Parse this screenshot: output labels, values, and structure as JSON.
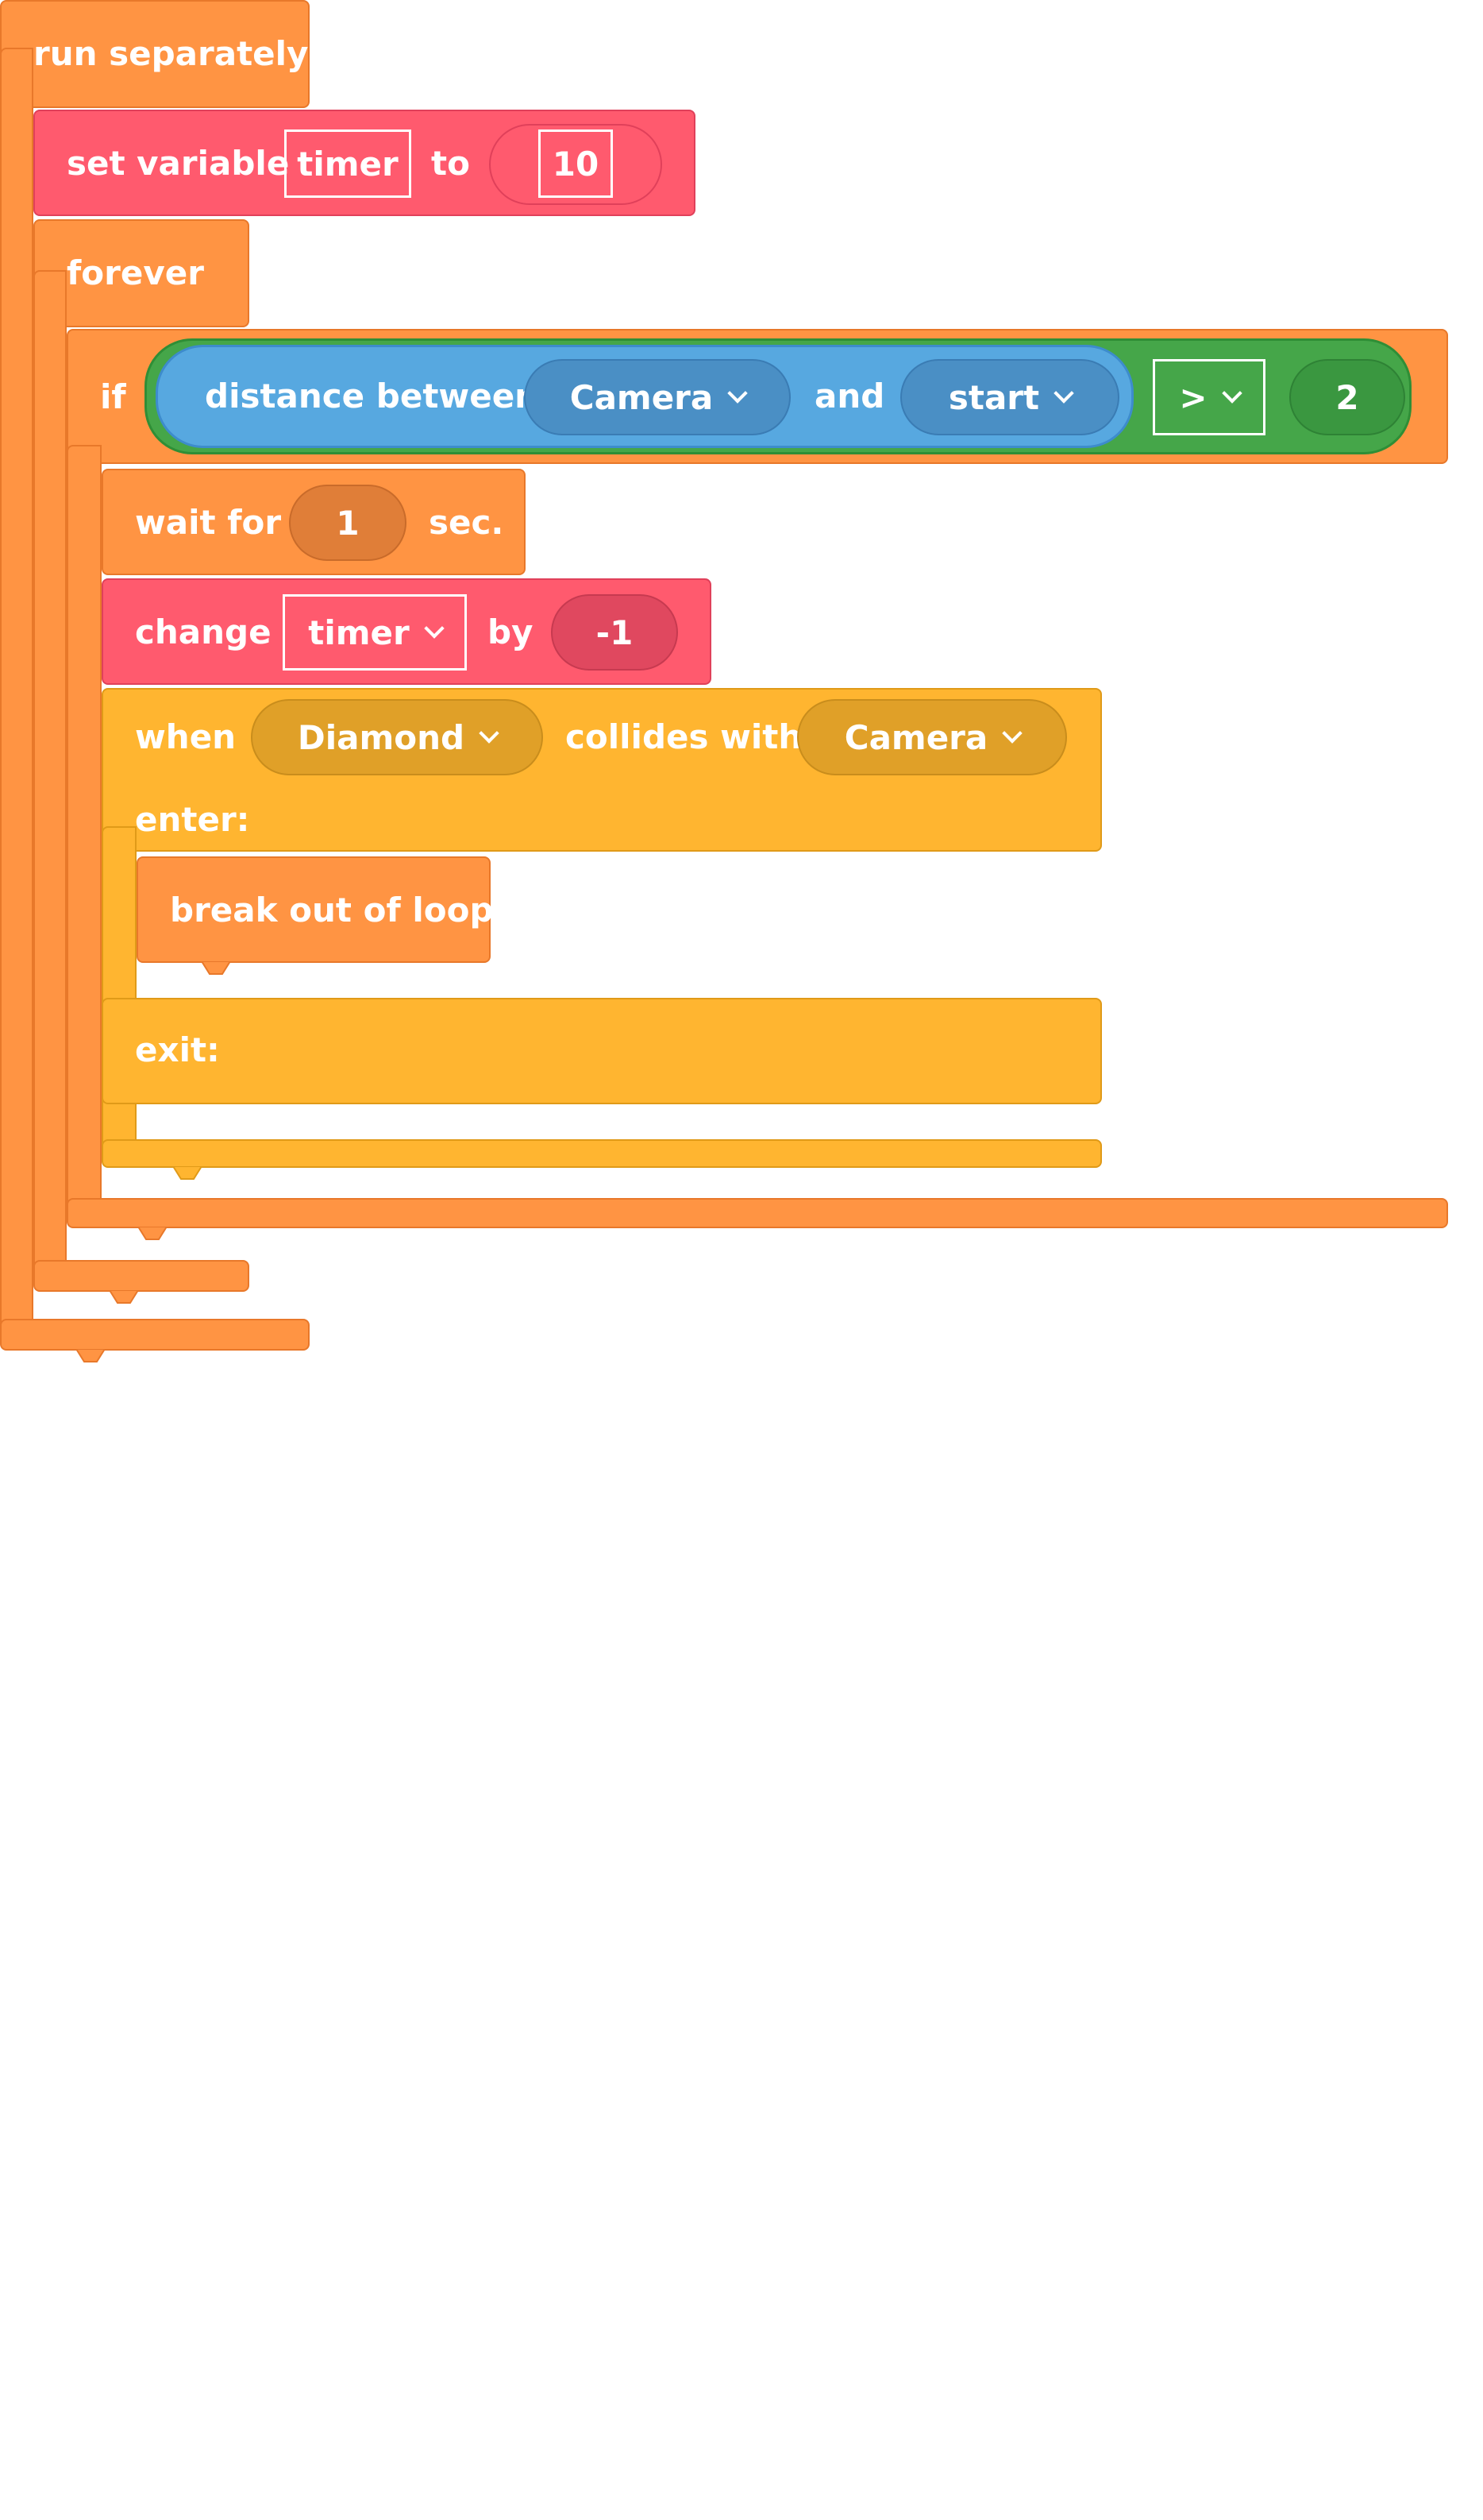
{
  "colors": {
    "control": "#ff9443",
    "variables": "#ff5a6e",
    "events": "#ffb530",
    "operators": "#45a649",
    "sensing": "#57a8e0",
    "white": "#ffffff"
  },
  "run_block": {
    "label": "run separately"
  },
  "set_block": {
    "label": "set variable",
    "variable": "timer",
    "to_label": "to",
    "value": "10"
  },
  "forever_block": {
    "label": "forever"
  },
  "if_block": {
    "label": "if",
    "distance": {
      "label": "distance between",
      "object_a": "Camera",
      "and_label": "and",
      "object_b": "start"
    },
    "operator": ">",
    "value": "2"
  },
  "wait_block": {
    "label": "wait for",
    "value": "1",
    "unit": "sec."
  },
  "change_block": {
    "label": "change",
    "variable": "timer",
    "by_label": "by",
    "value": "-1"
  },
  "collision_block": {
    "when_label": "when",
    "object_a": "Diamond",
    "collides_label": "collides with",
    "object_b": "Camera",
    "enter_label": "enter:",
    "exit_label": "exit:"
  },
  "break_block": {
    "label": "break out of loop"
  },
  "icons": {
    "dropdown": "chevron-down-icon"
  }
}
